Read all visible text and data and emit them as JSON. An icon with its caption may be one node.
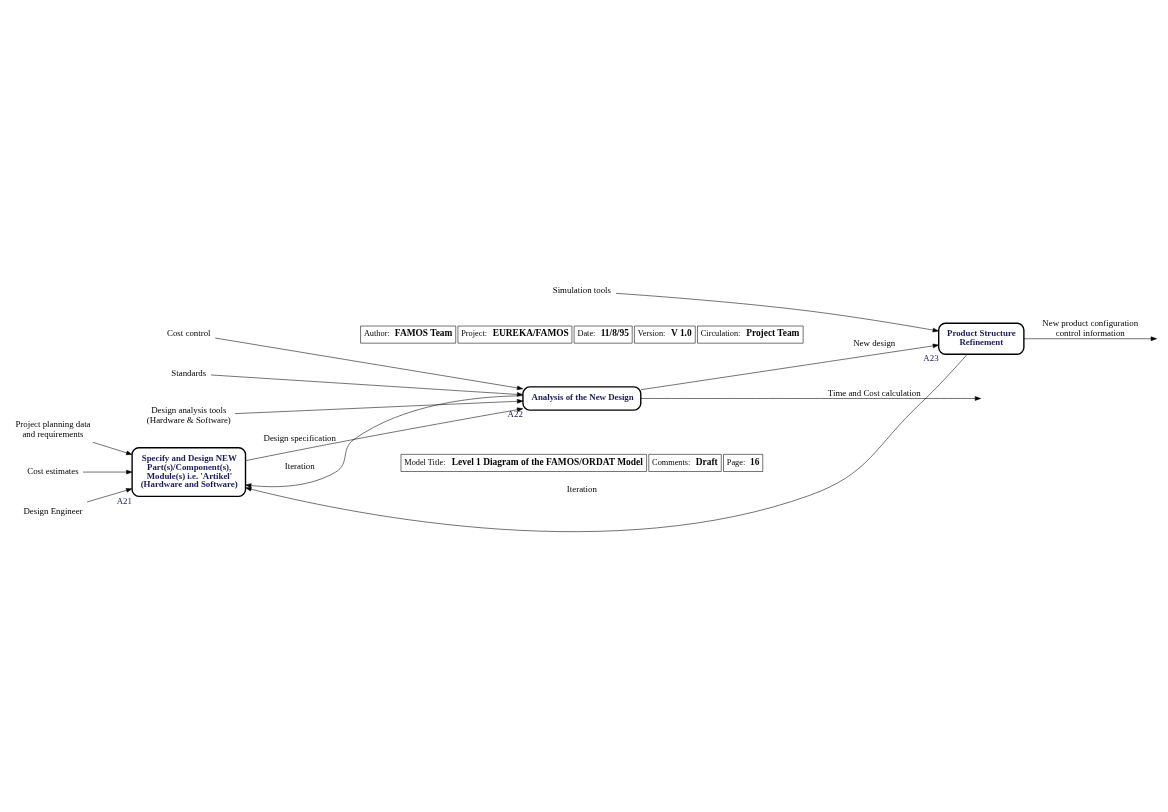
{
  "diagram": {
    "nodes": [
      {
        "text": [
          "Specify and Design NEW Part(s)/Component(s), Module(s) i.e. 'Artikel' (Hardware and Software)"
        ],
        "beside": [
          "A21"
        ]
      },
      {
        "text": [
          "Analysis of the New Design"
        ],
        "beside": [
          "A22"
        ]
      },
      {
        "text": [
          "Product Structure Refinement"
        ],
        "beside": [
          "A23"
        ]
      },
      {
        "text": [
          "Project planning data and requirements"
        ]
      },
      {
        "text": [
          "Cost estimates"
        ]
      },
      {
        "text": [
          "Design Engineer"
        ]
      },
      {
        "text": [
          "Cost control"
        ]
      },
      {
        "text": [
          "Standards"
        ]
      },
      {
        "text": [
          "Design analysis tools (Hardware & Software)"
        ]
      },
      {
        "text": [
          "Simulation tools"
        ]
      }
    ],
    "edges": [
      {
        "from": 3,
        "to": 0,
        "arrow": "to"
      },
      {
        "from": 4,
        "to": 0,
        "arrow": "to"
      },
      {
        "from": 5,
        "to": 0,
        "arrow": "to"
      },
      {
        "from": 0,
        "to": 1,
        "arrow": "to",
        "label": "Design specification"
      },
      {
        "from": 6,
        "to": 1,
        "arrow": "to"
      },
      {
        "from": 7,
        "to": 1,
        "arrow": "to"
      },
      {
        "from": 8,
        "to": 1,
        "arrow": "to"
      },
      {
        "from": 1,
        "to": null,
        "arrow": "to",
        "label": "Time and Cost calculation"
      },
      {
        "from": 1,
        "to": 2,
        "arrow": "to",
        "label": "New design"
      },
      {
        "from": 9,
        "to": 2,
        "arrow": "to"
      },
      {
        "from": 2,
        "to": null,
        "arrow": "to",
        "label": "New product configuration control information"
      },
      {
        "from": 1,
        "to": 0,
        "arrow": "to",
        "label": "Iteration"
      },
      {
        "from": 2,
        "to": 0,
        "arrow": "to",
        "label": "Iteration"
      }
    ],
    "labels": [
      "Author:",
      "FAMOS Team",
      "Project:",
      "EUREKA/FAMOS",
      "Date:",
      "11/8/95",
      "Version:",
      "V 1.0",
      "Circulation:",
      "Project Team",
      "Model Title:",
      "Level 1 Diagram of the FAMOS/ORDAT Model",
      "Comments:",
      "Draft",
      "Page:",
      "16"
    ]
  }
}
